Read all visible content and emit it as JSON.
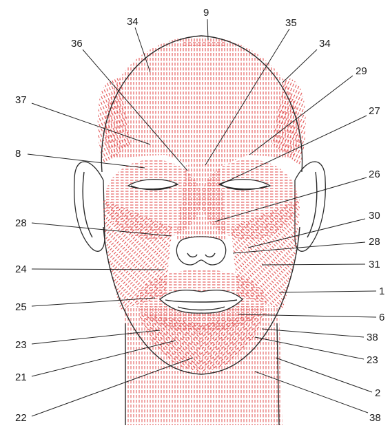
{
  "figure": {
    "subject": "facial-muscles-anterior-view",
    "muscle_color": "#e25252",
    "outline_color": "#2a2a2a",
    "leader_color": "#222222"
  },
  "labels": {
    "l9": "9",
    "l34_left": "34",
    "l35": "35",
    "l36": "36",
    "l34_right": "34",
    "l29": "29",
    "l37": "37",
    "l27": "27",
    "l8": "8",
    "l26": "26",
    "l28_left": "28",
    "l30": "30",
    "l28_right": "28",
    "l24": "24",
    "l31": "31",
    "l1": "1",
    "l25": "25",
    "l6": "6",
    "l23_left": "23",
    "l38_upper": "38",
    "l23_right": "23",
    "l21": "21",
    "l2": "2",
    "l22": "22",
    "l38_lower": "38"
  }
}
